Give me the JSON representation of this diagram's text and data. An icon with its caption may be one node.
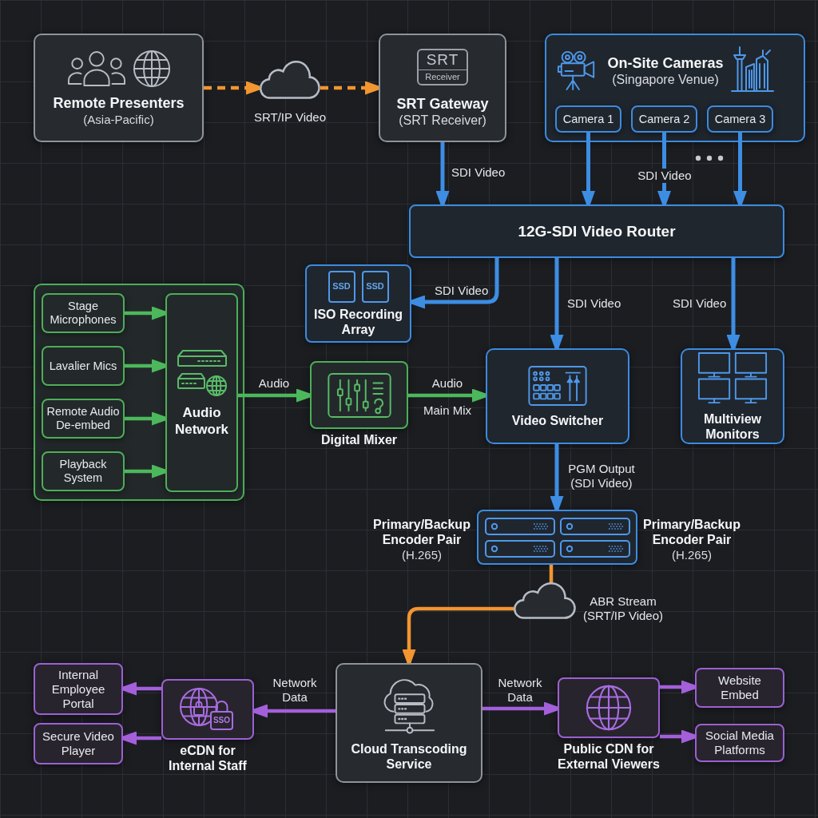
{
  "diagram": {
    "nodes": [
      {
        "text": [
          "Remote Presenters",
          "(Asia-Pacific)"
        ]
      },
      {
        "text": [],
        "shape": "cloud",
        "beside": [
          "SRT/IP Video"
        ]
      },
      {
        "text": [
          "SRT",
          "Receiver",
          "SRT Gateway",
          "(SRT Receiver)"
        ]
      },
      {
        "text": [
          "On-Site Cameras",
          "(Singapore Venue)"
        ]
      },
      {
        "text": [
          "Camera 1"
        ],
        "in": 3
      },
      {
        "text": [
          "Camera 2"
        ],
        "in": 3
      },
      {
        "text": [
          "Camera 3"
        ],
        "in": 3
      },
      {
        "text": [
          "12G-SDI Video Router"
        ]
      },
      {
        "text": [],
        "shape": "box"
      },
      {
        "text": [
          "Stage Microphones"
        ],
        "in": 8
      },
      {
        "text": [
          "Lavalier Mics"
        ],
        "in": 8
      },
      {
        "text": [
          "Remote Audio De-embed"
        ],
        "in": 8
      },
      {
        "text": [
          "Playback System"
        ],
        "in": 8
      },
      {
        "text": [
          "Audio Network"
        ],
        "in": 8
      },
      {
        "text": [
          "SSD",
          "SSD",
          "ISO Recording Array"
        ]
      },
      {
        "text": [
          "Digital Mixer"
        ]
      },
      {
        "text": [
          "Video Switcher"
        ]
      },
      {
        "text": [
          "Multiview Monitors"
        ]
      },
      {
        "text": [
          "Primary/Backup Encoder Pair",
          "(H.265)",
          "Primary/Backup Encoder Pair",
          "(H.265)"
        ]
      },
      {
        "text": [],
        "shape": "cloud",
        "beside": [
          "ABR Stream (SRT/IP Video)"
        ]
      },
      {
        "text": [
          "Cloud Transcoding Service"
        ]
      },
      {
        "text": [
          "SSO",
          "eCDN for Internal Staff"
        ]
      },
      {
        "text": [
          "Internal Employee Portal"
        ]
      },
      {
        "text": [
          "Secure Video Player"
        ]
      },
      {
        "text": [
          "Public CDN for External Viewers"
        ]
      },
      {
        "text": [
          "Website Embed"
        ]
      },
      {
        "text": [
          "Social Media Platforms"
        ]
      }
    ],
    "edges": [
      {
        "from": 0,
        "to": 1,
        "arrow": "to",
        "style": "dashed",
        "color": "#f39530"
      },
      {
        "from": 1,
        "to": 2,
        "arrow": "to",
        "style": "dashed",
        "color": "#f39530"
      },
      {
        "from": 2,
        "to": 7,
        "arrow": "to",
        "label": "SDI Video"
      },
      {
        "from": 4,
        "to": 7,
        "arrow": "to"
      },
      {
        "from": 5,
        "to": 7,
        "arrow": "to",
        "label": "SDI Video"
      },
      {
        "from": 6,
        "to": 7,
        "arrow": "to"
      },
      {
        "from": 9,
        "to": 13,
        "arrow": "to",
        "color": "#4cb85c"
      },
      {
        "from": 10,
        "to": 13,
        "arrow": "to",
        "color": "#4cb85c"
      },
      {
        "from": 11,
        "to": 13,
        "arrow": "to",
        "color": "#4cb85c"
      },
      {
        "from": 12,
        "to": 13,
        "arrow": "to",
        "color": "#4cb85c"
      },
      {
        "from": 7,
        "to": 14,
        "arrow": "to",
        "label": "SDI Video"
      },
      {
        "from": 13,
        "to": 15,
        "arrow": "to",
        "label": "Audio",
        "color": "#4cb85c"
      },
      {
        "from": 15,
        "to": 16,
        "arrow": "to",
        "label": "Audio",
        "color": "#4cb85c"
      },
      {
        "from": 7,
        "to": 16,
        "arrow": "to",
        "label": "SDI Video"
      },
      {
        "from": 7,
        "to": 17,
        "arrow": "to",
        "label": "SDI Video"
      },
      {
        "from": 16,
        "to": 18,
        "arrow": "to",
        "label": "PGM Output (SDI Video)"
      },
      {
        "from": 18,
        "to": 19,
        "arrow": "none",
        "color": "#f39530"
      },
      {
        "from": 19,
        "to": 20,
        "arrow": "to",
        "color": "#f39530"
      },
      {
        "from": 20,
        "to": 21,
        "arrow": "to",
        "label": "Network Data",
        "color": "#a45fdb"
      },
      {
        "from": 21,
        "to": 22,
        "arrow": "to",
        "color": "#a45fdb"
      },
      {
        "from": 21,
        "to": 23,
        "arrow": "to",
        "color": "#a45fdb"
      },
      {
        "from": 20,
        "to": 24,
        "arrow": "to",
        "label": "Network Data",
        "color": "#a45fdb"
      },
      {
        "from": 24,
        "to": 25,
        "arrow": "to",
        "color": "#a45fdb"
      },
      {
        "from": 24,
        "to": 26,
        "arrow": "to",
        "color": "#a45fdb"
      }
    ],
    "labels": [
      "Main Mix"
    ]
  }
}
